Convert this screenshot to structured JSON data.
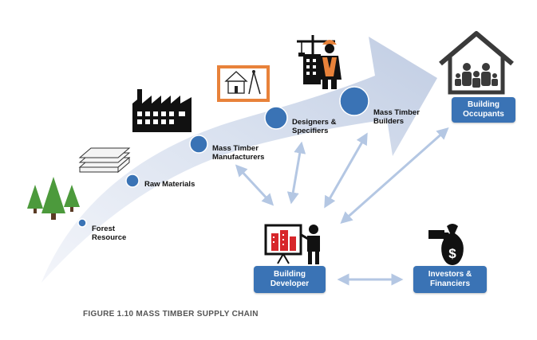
{
  "caption": "FIGURE 1.10 MASS TIMBER SUPPLY CHAIN",
  "colors": {
    "arrow_light": "#e8edf6",
    "arrow_mid": "#c3cfe5",
    "node_blue": "#3a73b5",
    "box_blue": "#3a73b5",
    "connector": "#b4c7e3",
    "tree_green": "#4c9a3c",
    "orange_accent": "#e8823a",
    "red_accent": "#d7262a"
  },
  "chain": [
    {
      "label": "Forest\nResource",
      "icon": "tree-icon"
    },
    {
      "label": "Raw Materials",
      "icon": "lumber-stack-icon"
    },
    {
      "label": "Mass Timber\nManufacturers",
      "icon": "factory-icon"
    },
    {
      "label": "Designers &\nSpecifiers",
      "icon": "blueprint-house-icon"
    },
    {
      "label": "Mass Timber\nBuilders",
      "icon": "construction-worker-icon"
    }
  ],
  "boxes": {
    "occupants": "Building\nOccupants",
    "developer": "Building\nDeveloper",
    "investors": "Investors &\nFinanciers"
  },
  "icons": {
    "occupants": "house-family-icon",
    "developer": "presenter-icon",
    "investors": "money-bag-icon"
  }
}
